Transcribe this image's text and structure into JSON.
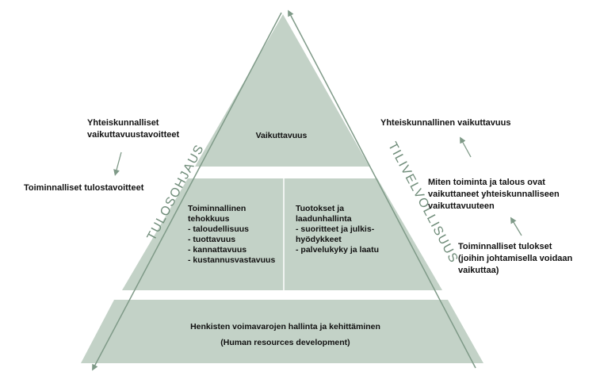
{
  "diagram": {
    "top_tier": "Vaikuttavuus",
    "middle_left": "Toiminnallinen\ntehokkuus\n- taloudellisuus\n- tuottavuus\n- kannattavuus\n- kustannusvastavuus",
    "middle_right": "Tuotokset ja\nlaadunhallinta\n- suoritteet ja julkis-\n  hyödykkeet\n- palvelukyky ja laatu",
    "bottom_tier_line1": "Henkisten voimavarojen hallinta ja kehittäminen",
    "bottom_tier_line2": "(Human resources development)",
    "left_side_label": "TULOSOHJAUS",
    "right_side_label": "TILIVELVOLLISUUS"
  },
  "left_notes": {
    "societal_goals": "Yhteiskunnalliset\nvaikuttavuustavoitteet",
    "operational_goals": "Toiminnalliset tulostavoitteet"
  },
  "right_notes": {
    "societal_effect": "Yhteiskunnallinen vaikuttavuus",
    "question": "Miten toiminta ja talous ovat\nvaikuttaneet yhteiskunnalliseen\nvaikuttavuuteen",
    "operational_results": "Toiminnalliset tulokset\n(joihin johtamisella voidaan\nvaikuttaa)"
  },
  "colors": {
    "tier_fill": "#c3d2c7",
    "arrow": "#7f9a88",
    "side_text": "#6f8c79"
  }
}
